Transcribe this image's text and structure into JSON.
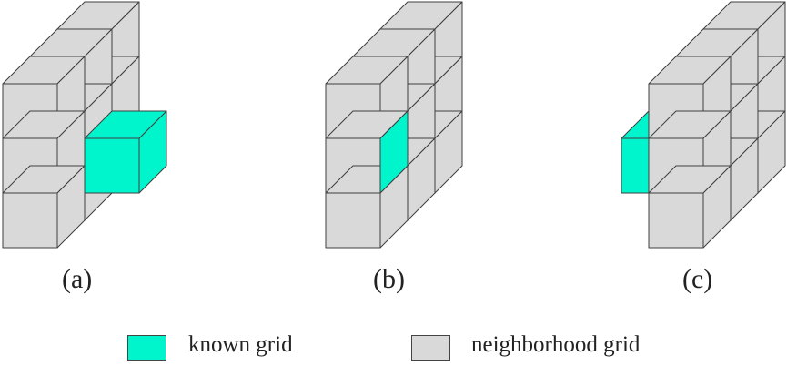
{
  "colors": {
    "known": "#00f5cc",
    "known_side": "#00f5cc",
    "neighbor_front": "#d9d9d9",
    "neighbor_top": "#d9d9d9",
    "neighbor_side": "#d9d9d9",
    "edge": "#3f3f3f"
  },
  "panels": [
    {
      "label": "(a)"
    },
    {
      "label": "(b)"
    },
    {
      "label": "(c)"
    }
  ],
  "legend": {
    "known_label": "known grid",
    "neighbor_label": "neighborhood grid"
  }
}
